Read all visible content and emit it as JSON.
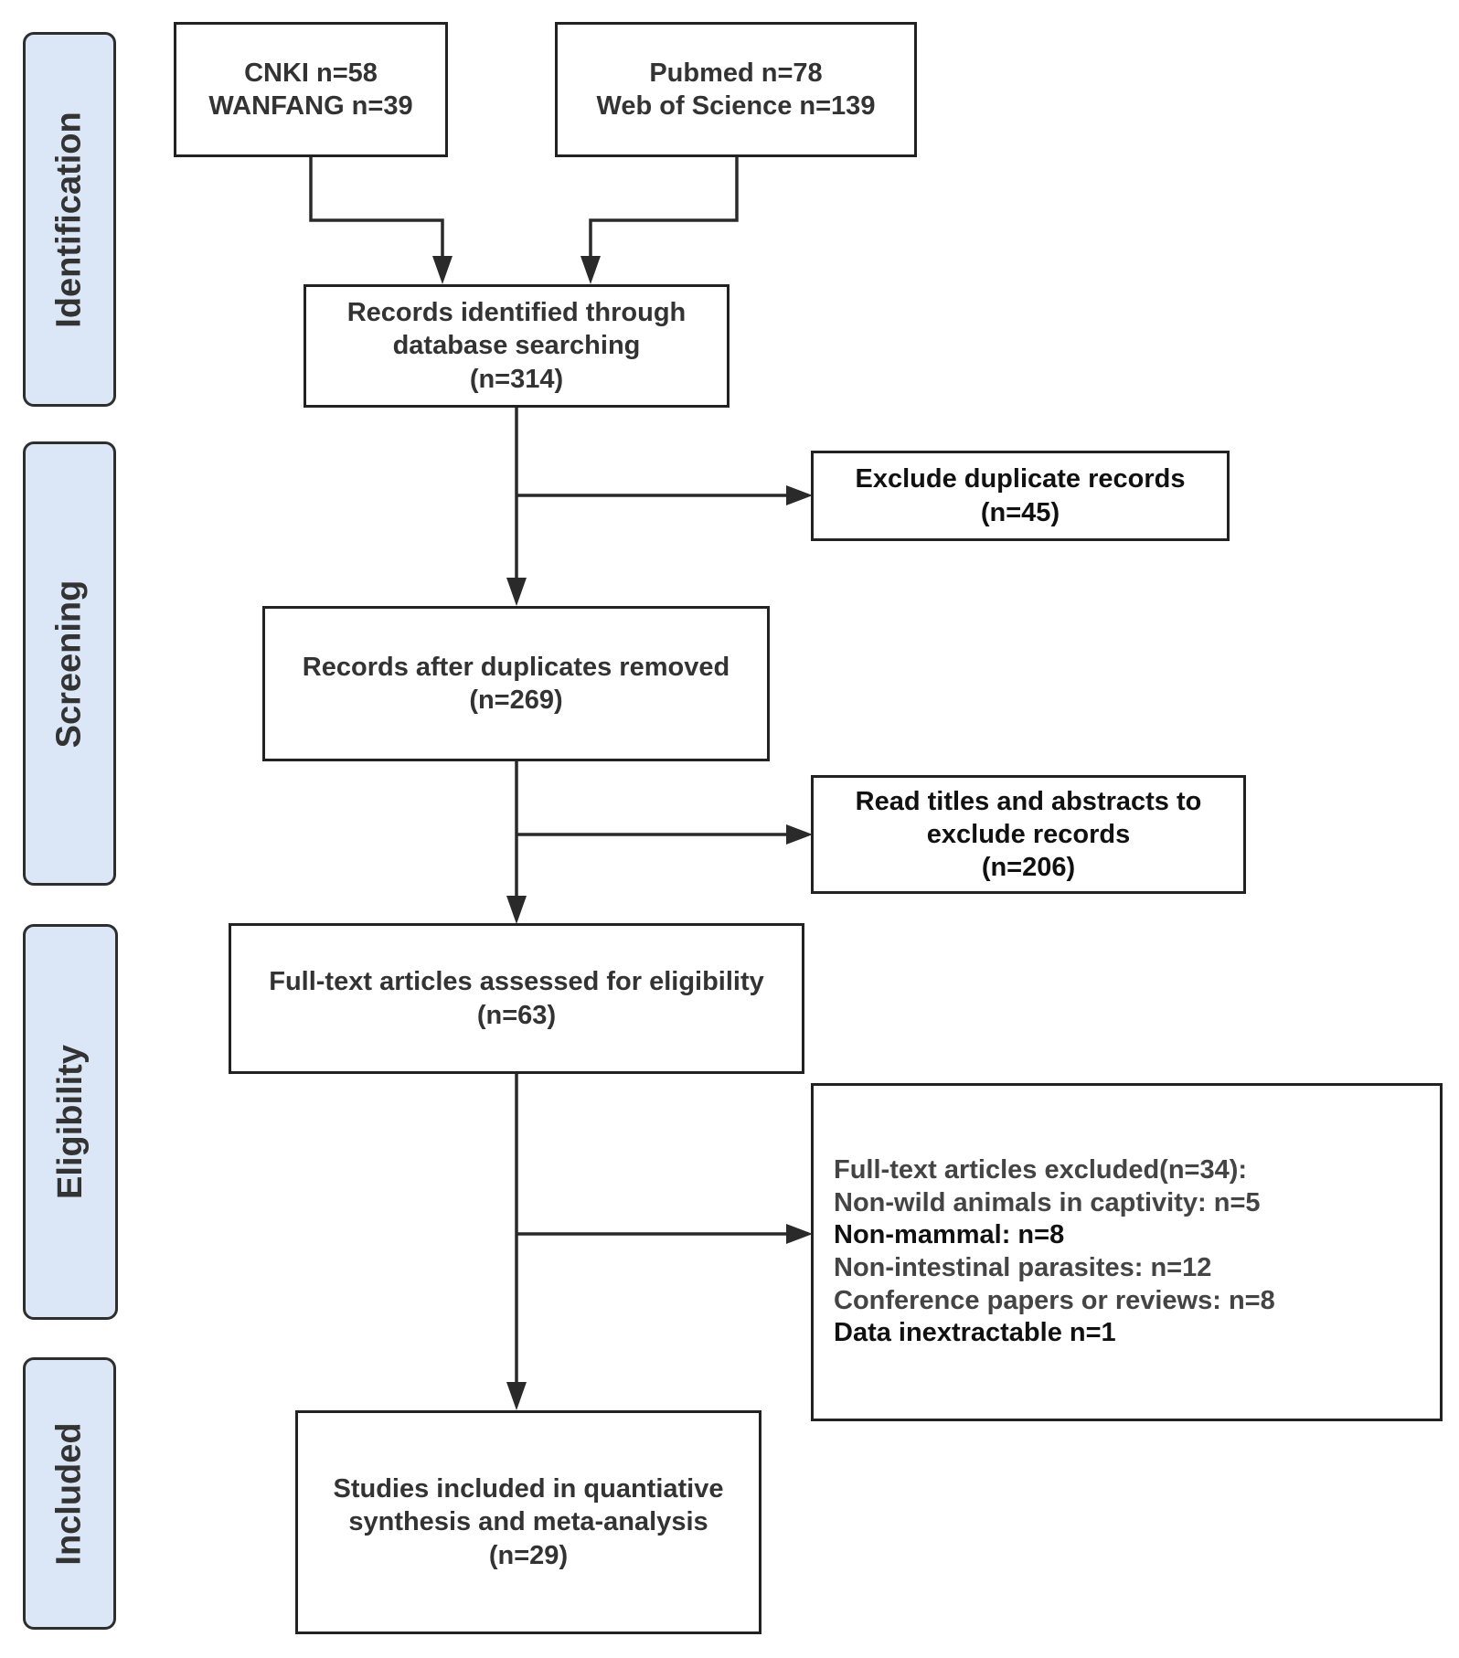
{
  "phases": {
    "identification": "Identification",
    "screening": "Screening",
    "eligibility": "Eligibility",
    "included": "Included"
  },
  "sources": {
    "chinese": [
      "CNKI n=58",
      "WANFANG n=39"
    ],
    "english": [
      "Pubmed n=78",
      "Web of Science n=139"
    ]
  },
  "records_identified": [
    "Records identified through",
    "database searching",
    "(n=314)"
  ],
  "exclude_duplicates": [
    "Exclude duplicate records",
    "(n=45)"
  ],
  "after_duplicates": [
    "Records after duplicates removed",
    "(n=269)"
  ],
  "exclude_titles": [
    "Read titles and abstracts to",
    "exclude records",
    "(n=206)"
  ],
  "fulltext_assessed": [
    "Full-text articles assessed for eligibility",
    "(n=63)"
  ],
  "fulltext_excluded": [
    "Full-text articles excluded(n=34):",
    "Non-wild animals in captivity:  n=5",
    "Non-mammal: n=8",
    "Non-intestinal parasites:  n=12",
    "Conference papers or reviews:  n=8",
    "Data inextractable   n=1"
  ],
  "included_studies": [
    "Studies included in quantiative",
    "synthesis and meta-analysis",
    "(n=29)"
  ]
}
